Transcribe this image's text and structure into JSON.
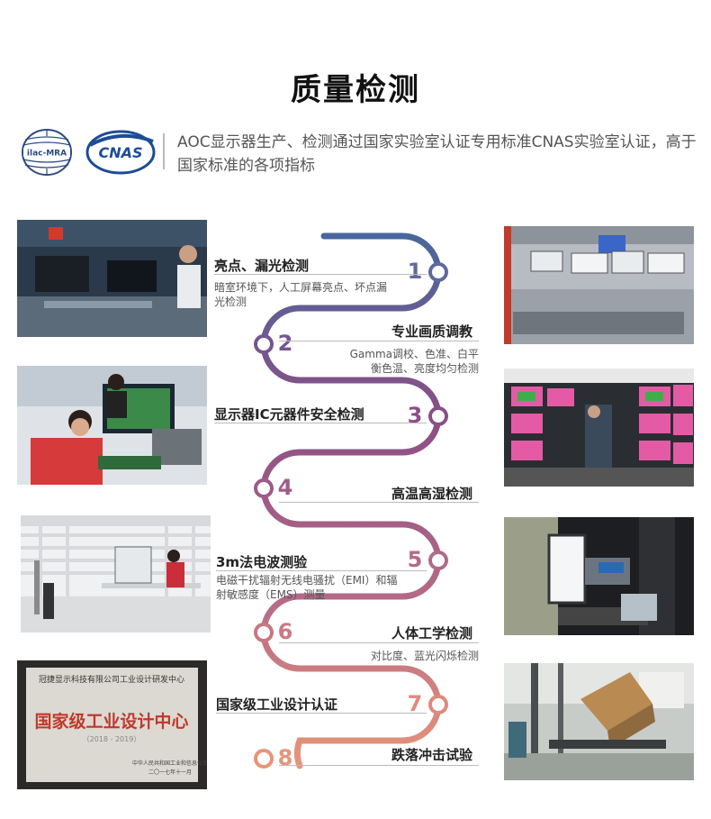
{
  "title": "质量检测",
  "logos": {
    "iac_text": "ilac-MRA",
    "cnas_text": "CNAS"
  },
  "intro": "AOC显示器生产、检测通过国家实验室认证专用标准CNAS实验室认证，高于国家标准的各项指标",
  "steps": [
    {
      "num": "1",
      "title": "亮点、漏光检测",
      "desc": "暗室环境下，人工屏幕亮点、坏点漏光检测"
    },
    {
      "num": "2",
      "title": "专业画质调教",
      "desc": "Gamma调校、色准、白平衡色温、亮度均匀检测"
    },
    {
      "num": "3",
      "title": "显示器IC元器件安全检测",
      "desc": ""
    },
    {
      "num": "4",
      "title": "高温高湿检测",
      "desc": ""
    },
    {
      "num": "5",
      "title": "3m法电波测验",
      "desc": "电磁干扰辐射无线电骚扰（EMI）和辐射敏感度（EMS）测量"
    },
    {
      "num": "6",
      "title": "人体工学检测",
      "desc": "对比度、蓝光闪烁检测"
    },
    {
      "num": "7",
      "title": "国家级工业设计认证",
      "desc": ""
    },
    {
      "num": "8",
      "title": "跌落冲击试验",
      "desc": ""
    }
  ],
  "certificate": {
    "org": "冠捷显示科技有限公司工业设计研发中心",
    "main": "国家级工业设计中心",
    "years": "（2018 - 2019）",
    "issuer": "中华人民共和国工业和信息化部",
    "date": "二〇一七年十一月"
  },
  "colors": {
    "blue": "#46689c",
    "purple": "#8a4f86",
    "mauve": "#b56b87",
    "salmon": "#e79479"
  }
}
